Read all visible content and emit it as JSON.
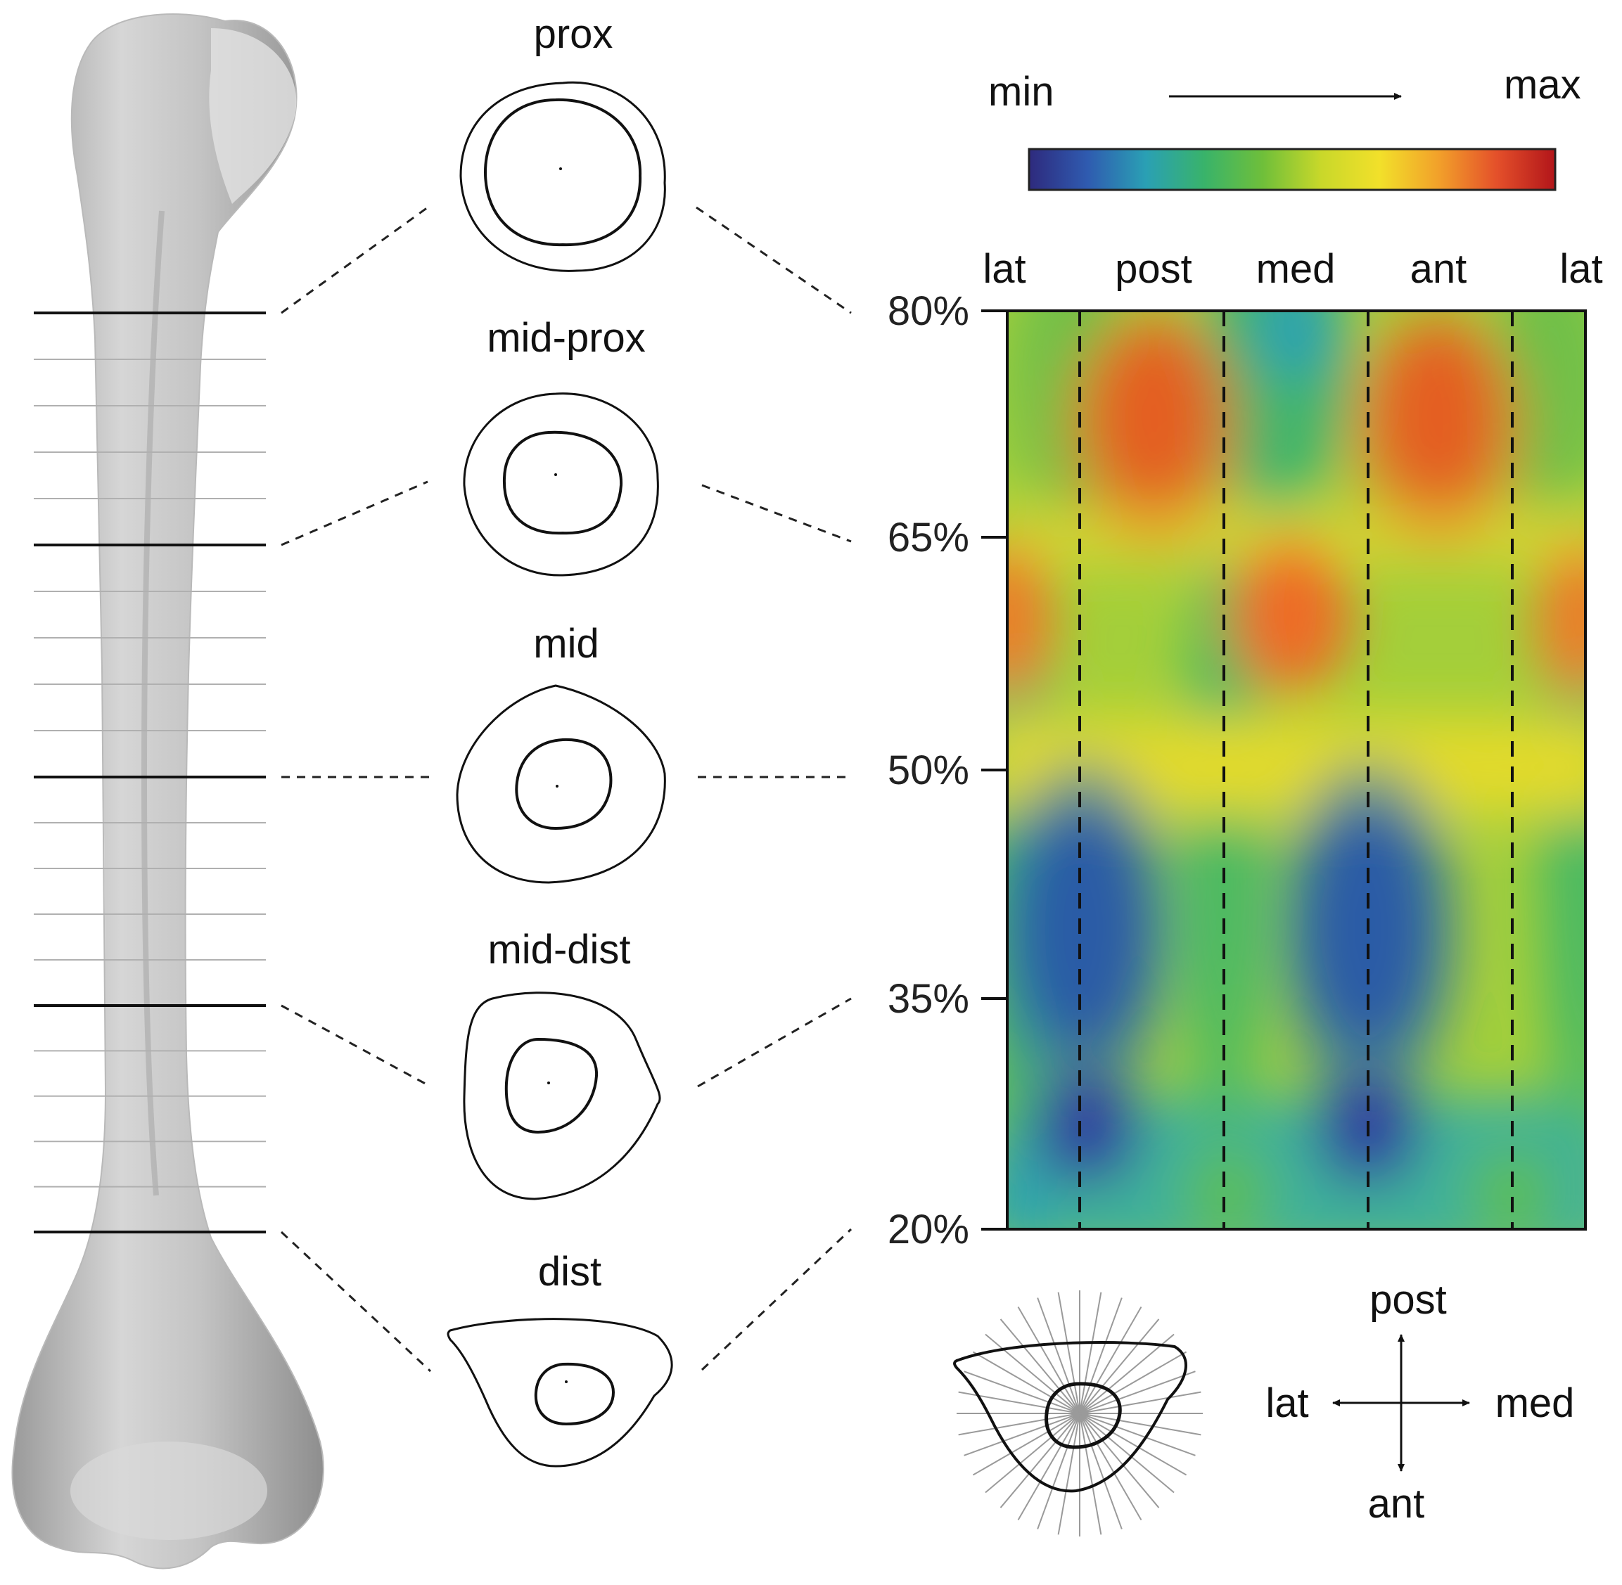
{
  "colorbar": {
    "min_label": "min",
    "max_label": "max",
    "colors": [
      "#2e2a7d",
      "#2f5bb0",
      "#2aa0b4",
      "#39b36a",
      "#6fbf3a",
      "#c9d82a",
      "#f2e02a",
      "#f2a12a",
      "#e4502a",
      "#b2151a"
    ]
  },
  "sections": [
    {
      "label": "prox"
    },
    {
      "label": "mid-prox"
    },
    {
      "label": "mid"
    },
    {
      "label": "mid-dist"
    },
    {
      "label": "dist"
    }
  ],
  "heatmap": {
    "columns": [
      "lat",
      "post",
      "med",
      "ant",
      "lat"
    ],
    "y_ticks": [
      "80%",
      "65%",
      "50%",
      "35%",
      "20%"
    ],
    "line_color": "#111111"
  },
  "orientation": {
    "up": "post",
    "down": "ant",
    "left": "lat",
    "right": "med"
  },
  "bone_color": "#b9b9b9"
}
